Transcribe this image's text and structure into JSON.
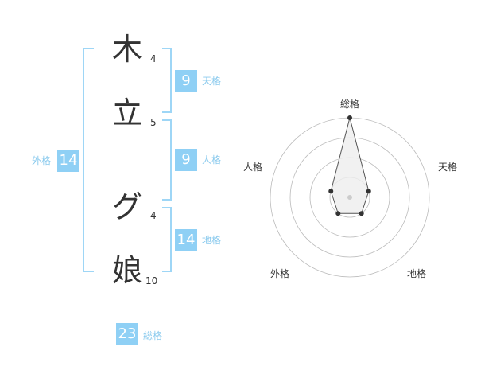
{
  "name": {
    "chars": [
      {
        "char": "木",
        "strokes": "4"
      },
      {
        "char": "立",
        "strokes": "5"
      },
      {
        "char": "グ",
        "strokes": "4"
      },
      {
        "char": "娘",
        "strokes": "10"
      }
    ]
  },
  "fortunes": {
    "tenkaku": {
      "value": "9",
      "label": "天格"
    },
    "jinkaku": {
      "value": "9",
      "label": "人格"
    },
    "chikaku": {
      "value": "14",
      "label": "地格"
    },
    "gaikaku": {
      "value": "14",
      "label": "外格"
    },
    "soukaku": {
      "value": "23",
      "label": "総格"
    }
  },
  "radar": {
    "axes": [
      "総格",
      "天格",
      "地格",
      "外格",
      "人格"
    ],
    "levels": [
      4,
      1,
      1,
      1,
      1
    ],
    "max": 4,
    "colors": {
      "ring": "#bbbbbb",
      "fill": "#eeeeee",
      "stroke": "#555555",
      "point": "#333333",
      "center": "#cccccc"
    }
  },
  "colors": {
    "box": "#8fd0f5",
    "bracket": "#9ed6f6",
    "label": "#8ccbee"
  }
}
